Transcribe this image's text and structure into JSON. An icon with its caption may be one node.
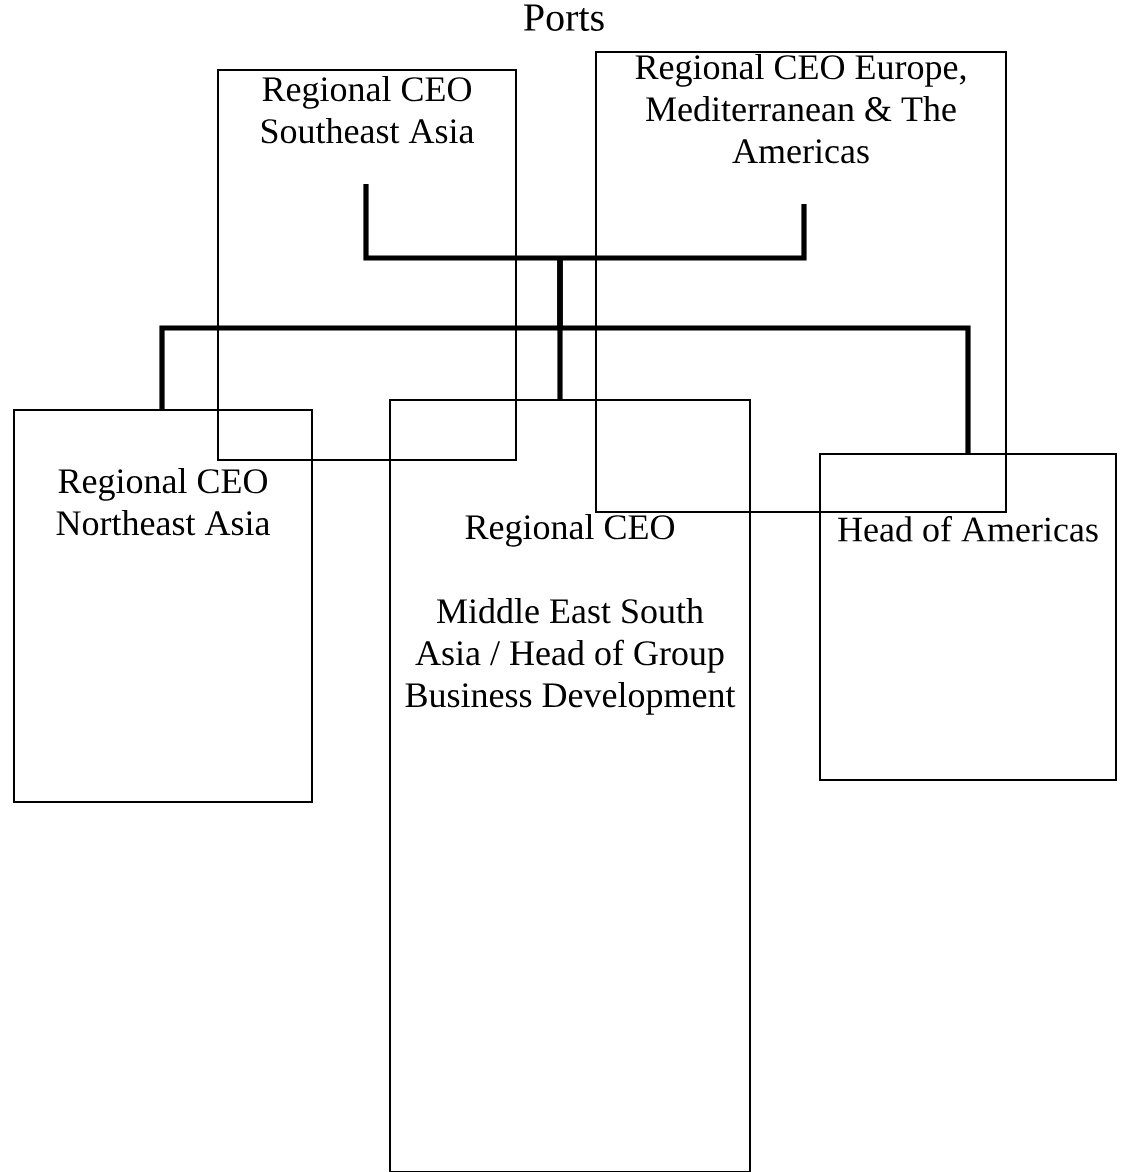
{
  "diagram": {
    "nodes": [
      {
        "text": [
          "Regional CEO Southeast Asia"
        ]
      },
      {
        "text": [
          "Regional CEO Europe, Mediterranean & The Americas"
        ]
      },
      {
        "text": [
          "Regional CEO Northeast Asia"
        ]
      },
      {
        "text": [
          "Regional CEO",
          "Middle East South Asia / Head of Group Business Development"
        ]
      },
      {
        "text": [
          "Head of Americas"
        ]
      }
    ],
    "edges": [
      {
        "from": null,
        "to": 0,
        "arrow": "none"
      },
      {
        "from": null,
        "to": 1,
        "arrow": "none"
      },
      {
        "from": null,
        "to": 2,
        "arrow": "none"
      },
      {
        "from": null,
        "to": 3,
        "arrow": "none"
      },
      {
        "from": null,
        "to": 4,
        "arrow": "none"
      }
    ],
    "labels": [
      "Ports"
    ]
  }
}
